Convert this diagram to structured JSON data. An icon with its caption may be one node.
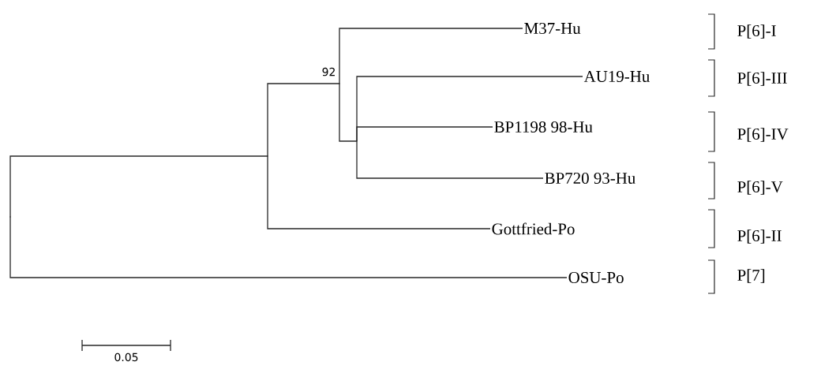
{
  "diagram": {
    "nodes": [
      {
        "text": [],
        "shape": "point"
      },
      {
        "text": [],
        "shape": "point"
      },
      {
        "text": [],
        "shape": "point",
        "beside": [
          "92"
        ]
      },
      {
        "text": [
          "M37-Hu"
        ]
      },
      {
        "text": [],
        "shape": "point"
      },
      {
        "text": [
          "AU19-Hu"
        ]
      },
      {
        "text": [
          "BP1198 98-Hu"
        ]
      },
      {
        "text": [
          "BP720 93-Hu"
        ]
      },
      {
        "text": [
          "Gottfried-Po"
        ]
      },
      {
        "text": [
          "OSU-Po"
        ]
      }
    ],
    "edges": [
      {
        "from": 0,
        "to": 1,
        "arrow": "none"
      },
      {
        "from": 0,
        "to": 9,
        "arrow": "none"
      },
      {
        "from": 1,
        "to": 2,
        "arrow": "none"
      },
      {
        "from": 1,
        "to": 8,
        "arrow": "none"
      },
      {
        "from": 2,
        "to": 3,
        "arrow": "none"
      },
      {
        "from": 2,
        "to": 4,
        "arrow": "none"
      },
      {
        "from": 4,
        "to": 5,
        "arrow": "none"
      },
      {
        "from": 4,
        "to": 6,
        "arrow": "none"
      },
      {
        "from": 4,
        "to": 7,
        "arrow": "none"
      }
    ],
    "labels": [
      "P[6]-I",
      "P[6]-III",
      "P[6]-IV",
      "P[6]-V",
      "P[6]-II",
      "P[7]",
      "0.05"
    ]
  }
}
